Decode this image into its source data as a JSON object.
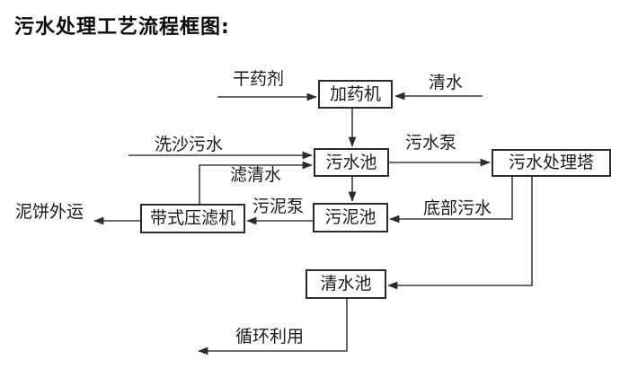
{
  "title": "污水处理工艺流程框图:",
  "colors": {
    "background": "#ffffff",
    "line": "#3d3d3d",
    "box_border": "#2b2b2b",
    "text": "#1a1a1a"
  },
  "nodes": {
    "dosing_machine": "加药机",
    "sewage_pool": "污水池",
    "treatment_tower": "污水处理塔",
    "sludge_pool": "污泥池",
    "belt_filter_press": "带式压滤机",
    "clean_water_pool": "清水池"
  },
  "labels": {
    "dry_agent": "干药剂",
    "clean_water": "清水",
    "sand_washing_sewage": "洗沙污水",
    "sewage_pump": "污水泵",
    "filtered_water": "滤清水",
    "bottom_sewage": "底部污水",
    "sludge_pump": "污泥泵",
    "mud_cake_out": "泥饼外运",
    "recycle_use": "循环利用"
  },
  "flow": [
    {
      "from": "干药剂",
      "to": "加药机"
    },
    {
      "from": "清水",
      "to": "加药机"
    },
    {
      "from": "加药机",
      "to": "污水池"
    },
    {
      "from": "洗沙污水",
      "to": "污水池"
    },
    {
      "from": "带式压滤机",
      "to": "污水池",
      "label": "滤清水"
    },
    {
      "from": "污水池",
      "to": "污水处理塔",
      "label": "污水泵"
    },
    {
      "from": "污水池",
      "to": "污泥池"
    },
    {
      "from": "污水处理塔",
      "to": "污泥池",
      "label": "底部污水"
    },
    {
      "from": "污泥池",
      "to": "带式压滤机",
      "label": "污泥泵"
    },
    {
      "from": "带式压滤机",
      "to": "泥饼外运"
    },
    {
      "from": "污水处理塔",
      "to": "清水池"
    },
    {
      "from": "清水池",
      "to": "循环利用"
    }
  ]
}
